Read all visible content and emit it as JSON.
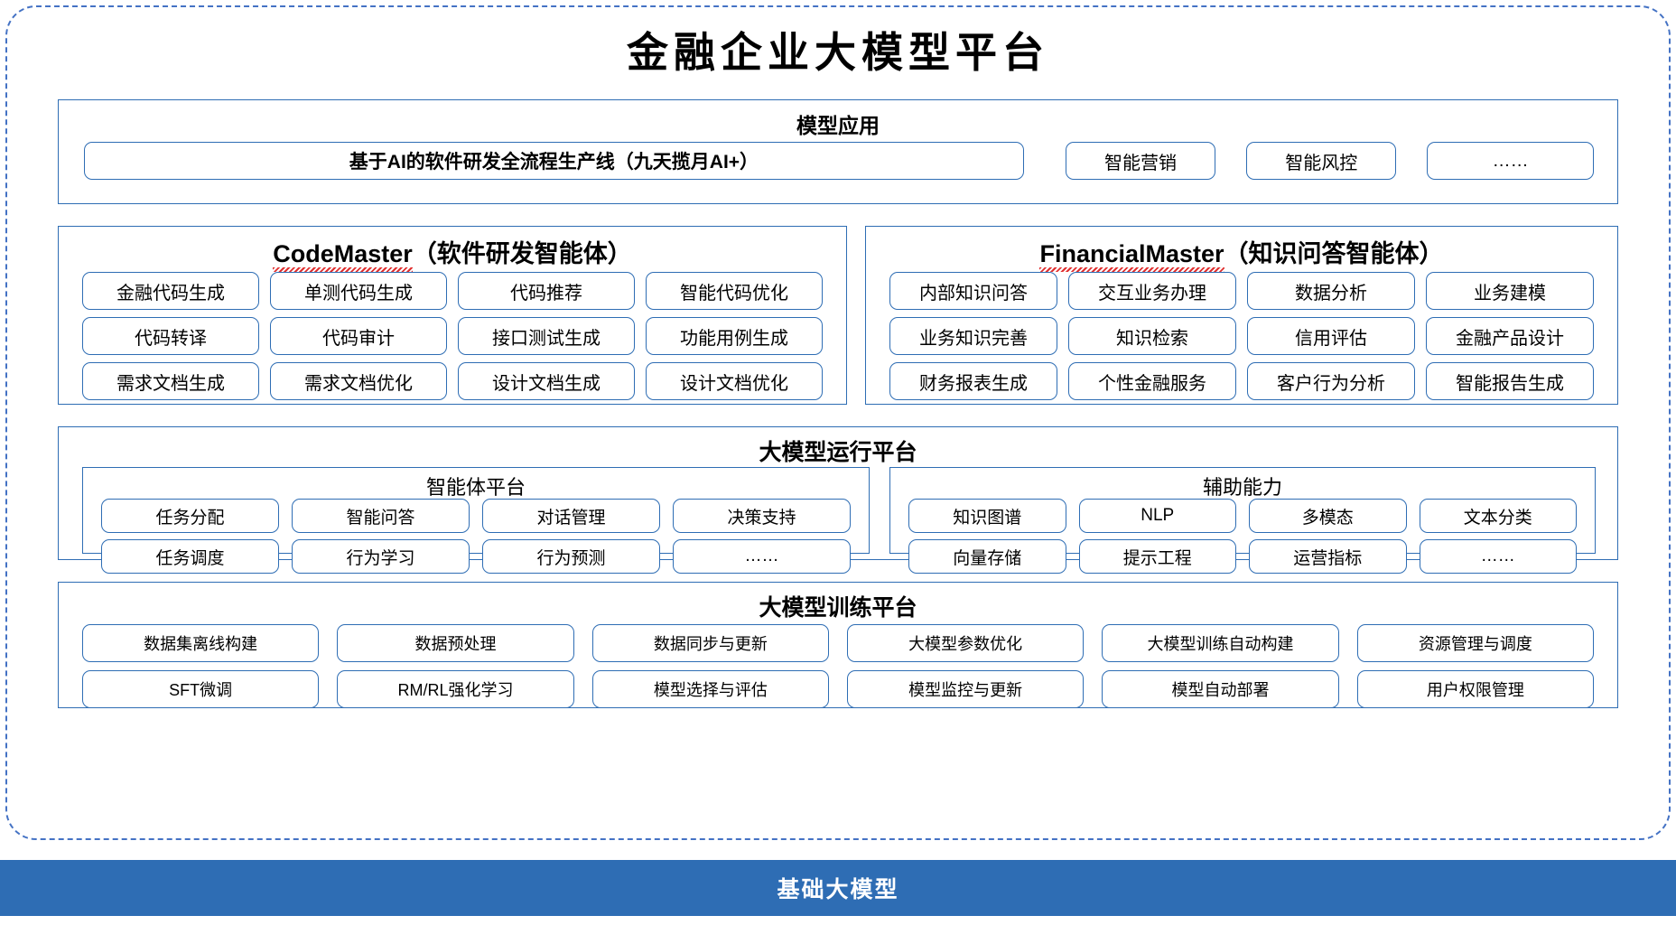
{
  "title": "金融企业大模型平台",
  "app_layer": {
    "title": "模型应用",
    "wide_item": "基于AI的软件研发全流程生产线（九天揽月AI+）",
    "items": [
      "智能营销",
      "智能风控",
      "……"
    ]
  },
  "agents": [
    {
      "name_en": "CodeMaster",
      "name_cn": "（软件研发智能体）",
      "spellcheck_underline": true,
      "items": [
        "金融代码生成",
        "单测代码生成",
        "代码推荐",
        "智能代码优化",
        "代码转译",
        "代码审计",
        "接口测试生成",
        "功能用例生成",
        "需求文档生成",
        "需求文档优化",
        "设计文档生成",
        "设计文档优化"
      ]
    },
    {
      "name_en": "FinancialMaster",
      "name_cn": "（知识问答智能体）",
      "spellcheck_underline": true,
      "items": [
        "内部知识问答",
        "交互业务办理",
        "数据分析",
        "业务建模",
        "业务知识完善",
        "知识检索",
        "信用评估",
        "金融产品设计",
        "财务报表生成",
        "个性金融服务",
        "客户行为分析",
        "智能报告生成"
      ]
    }
  ],
  "runtime_layer": {
    "title": "大模型运行平台",
    "subpanels": [
      {
        "title": "智能体平台",
        "items": [
          "任务分配",
          "智能问答",
          "对话管理",
          "决策支持",
          "任务调度",
          "行为学习",
          "行为预测",
          "……"
        ]
      },
      {
        "title": "辅助能力",
        "items": [
          "知识图谱",
          "NLP",
          "多模态",
          "文本分类",
          "向量存储",
          "提示工程",
          "运营指标",
          "……"
        ]
      }
    ]
  },
  "training_layer": {
    "title": "大模型训练平台",
    "items": [
      "数据集离线构建",
      "数据预处理",
      "数据同步与更新",
      "大模型参数优化",
      "大模型训练自动构建",
      "资源管理与调度",
      "SFT微调",
      "RM/RL强化学习",
      "模型选择与评估",
      "模型监控与更新",
      "模型自动部署",
      "用户权限管理"
    ]
  },
  "base_layer": {
    "title": "基础大模型"
  },
  "colors": {
    "accent_blue": "#2E6DB4",
    "frame_blue": "#4472C4",
    "spellcheck_red": "#E03030",
    "base_bar_bg": "#2E6DB4",
    "base_bar_text": "#FFFFFF"
  }
}
